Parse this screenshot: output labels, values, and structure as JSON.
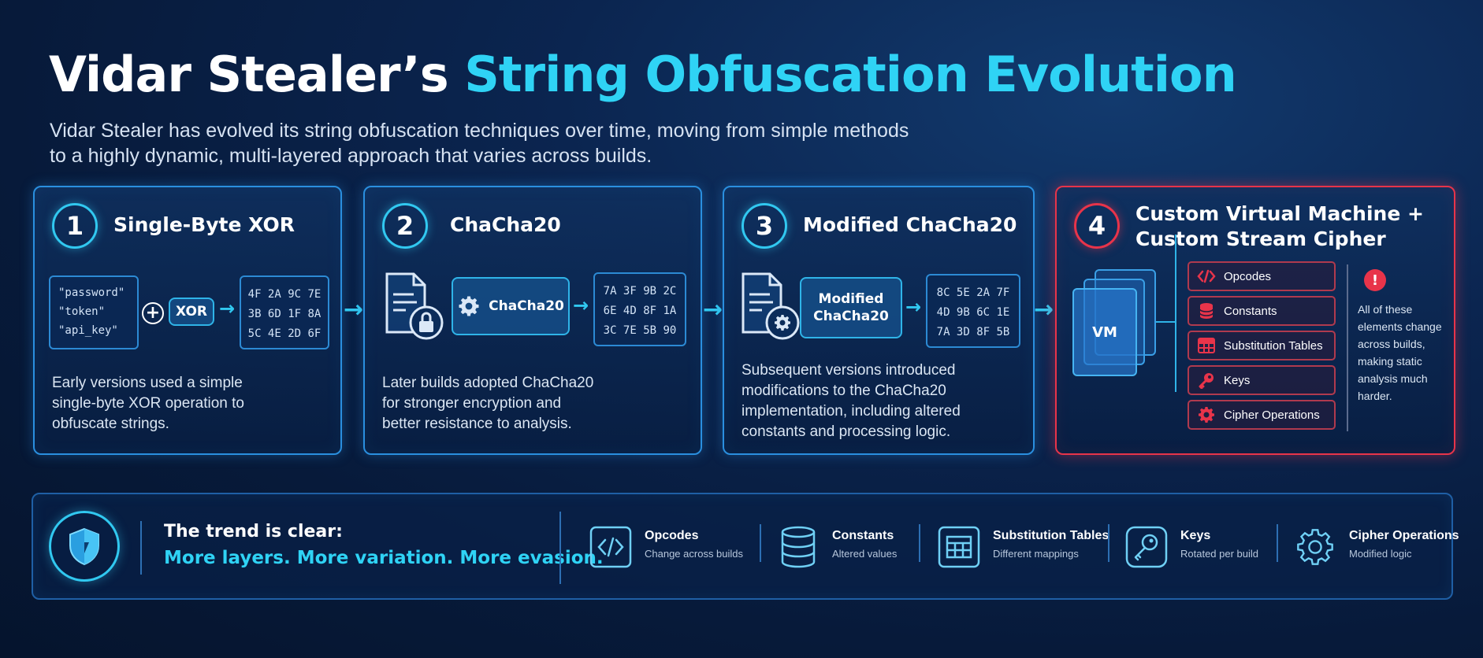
{
  "title": {
    "part1": "Vidar Stealer’s ",
    "part2": "String Obfuscation Evolution"
  },
  "subtitle": {
    "line1": "Vidar Stealer has evolved its string obfuscation techniques over time, moving from simple methods",
    "line2": "to a highly dynamic, multi-layered approach that varies across builds."
  },
  "stages": [
    {
      "number": "1",
      "title": "Single-Byte XOR",
      "inputs": [
        "\"password\"",
        "\"token\"",
        "\"api_key\""
      ],
      "operator": "XOR",
      "hex": [
        "4F 2A 9C 7E",
        "3B 6D 1F 8A",
        "5C 4E 2D 6F"
      ],
      "desc": [
        "Early versions used a simple",
        "single-byte XOR operation to",
        "obfuscate strings."
      ]
    },
    {
      "number": "2",
      "title": "ChaCha20",
      "operator": "ChaCha20",
      "hex": [
        "7A 3F 9B 2C",
        "6E 4D 8F 1A",
        "3C 7E 5B 90"
      ],
      "desc": [
        "Later builds adopted ChaCha20",
        "for stronger encryption and",
        "better resistance to analysis."
      ]
    },
    {
      "number": "3",
      "title": "Modified ChaCha20",
      "operator": [
        "Modified",
        "ChaCha20"
      ],
      "hex": [
        "8C 5E 2A 7F",
        "4D 9B 6C 1E",
        "7A 3D 8F 5B"
      ],
      "desc": [
        "Subsequent versions introduced",
        "modifications to the ChaCha20",
        "implementation, including altered",
        "constants and processing logic."
      ]
    },
    {
      "number": "4",
      "title": [
        "Custom Virtual Machine +",
        "Custom Stream Cipher"
      ],
      "vm_label": "VM",
      "elements": [
        "Opcodes",
        "Constants",
        "Substitution Tables",
        "Keys",
        "Cipher Operations"
      ],
      "note": [
        "All of these",
        "elements change",
        "across builds,",
        "making static",
        "analysis much",
        "harder."
      ]
    }
  ],
  "trend": {
    "heading": "The trend is clear:",
    "tagline": "More layers. More variation. More evasion."
  },
  "features": [
    {
      "title": "Opcodes",
      "sub": "Change across builds",
      "icon": "code-icon"
    },
    {
      "title": "Constants",
      "sub": "Altered values",
      "icon": "database-icon"
    },
    {
      "title": "Substitution Tables",
      "sub": "Different mappings",
      "icon": "table-icon"
    },
    {
      "title": "Keys",
      "sub": "Rotated per build",
      "icon": "key-icon"
    },
    {
      "title": "Cipher Operations",
      "sub": "Modified logic",
      "icon": "gear-icon"
    }
  ],
  "colors": {
    "accent": "#2fd3f5",
    "card_border": "#2a8fdf",
    "alert": "#e8344a",
    "background": "#071a3a"
  }
}
